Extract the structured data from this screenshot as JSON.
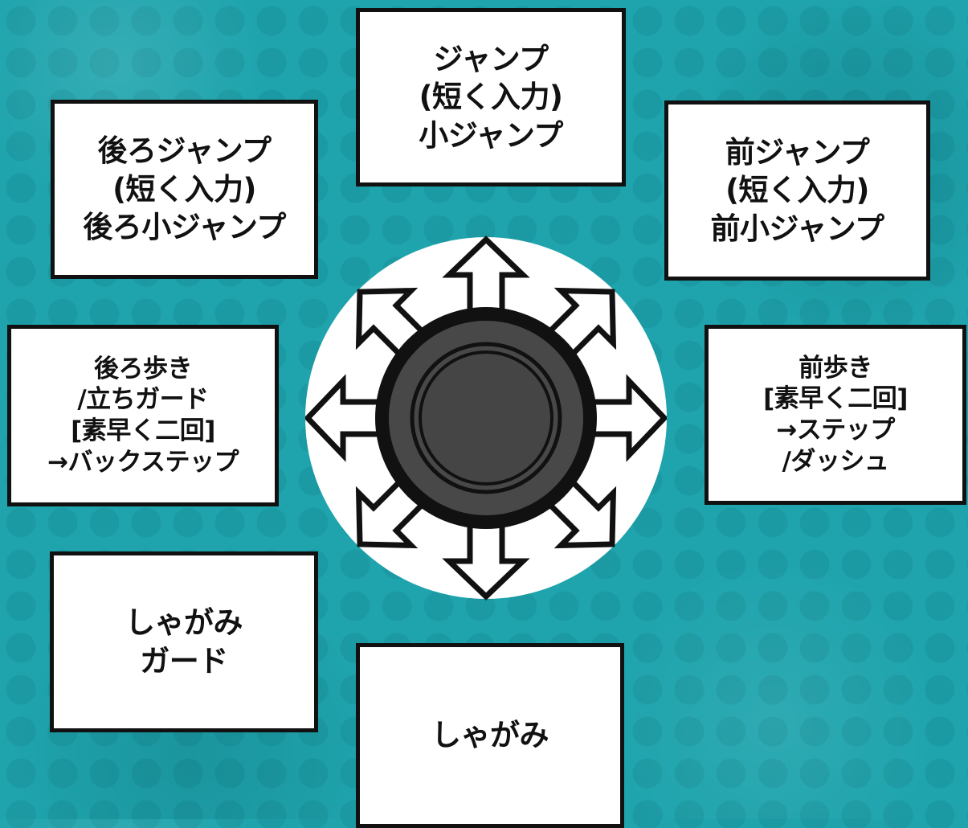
{
  "directions": {
    "up": {
      "text": "ジャンプ\n(短く入力)\n小ジャンプ"
    },
    "up_back": {
      "text": "後ろジャンプ\n(短く入力)\n後ろ小ジャンプ"
    },
    "up_forward": {
      "text": "前ジャンプ\n(短く入力)\n前小ジャンプ"
    },
    "back": {
      "text": "後ろ歩き\n/立ちガード\n[素早く二回]\n→バックステップ"
    },
    "forward": {
      "text": "前歩き\n[素早く二回]\n→ステップ\n/ダッシュ"
    },
    "down_back": {
      "text": "しゃがみ\nガード"
    },
    "down": {
      "text": "しゃがみ"
    }
  },
  "colors": {
    "background": "#1fa4ad",
    "box_fill": "#ffffff",
    "outline": "#111111",
    "stick_cap": "#454545"
  },
  "icons": {
    "joystick": "joystick-icon",
    "arrows": "direction-arrow-icon"
  }
}
